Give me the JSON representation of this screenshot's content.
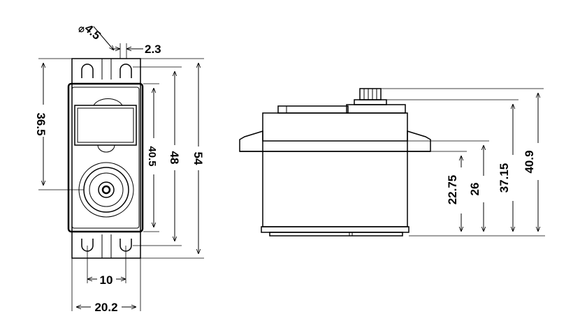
{
  "front_view": {
    "hole_diameter_symbol": "⌀",
    "hole_diameter": "4.5",
    "slot_width": "2.3",
    "hole_pitch_vertical": "36.5",
    "body_height": "40.5",
    "height_inner": "48",
    "overall_height": "54",
    "hole_pitch_horizontal": "10",
    "overall_width": "20.2"
  },
  "side_view": {
    "flange_height": "22.75",
    "body_height": "26",
    "spline_base_height": "37.15",
    "overall_height": "40.9"
  }
}
